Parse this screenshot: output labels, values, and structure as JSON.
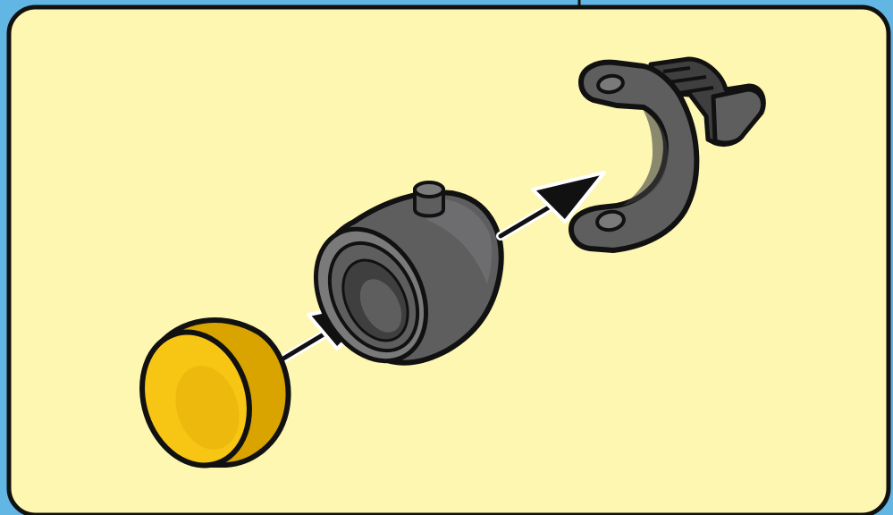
{
  "colors": {
    "frame_background": "#62b6e3",
    "panel_background": "#fdf7b2",
    "outline": "#111111",
    "gray_part": "#5e5e5f",
    "gray_part_light": "#7a7a7b",
    "gray_part_dark": "#3f3f40",
    "yellow_cap": "#f7c513",
    "yellow_cap_dark": "#d9a400",
    "arrow": "#111111",
    "arrow_highlight": "#ffffff"
  },
  "parts": [
    {
      "id": "cap",
      "name": "yellow-end-cap",
      "color": "yellow_cap"
    },
    {
      "id": "bushing",
      "name": "gray-cylindrical-bushing",
      "color": "gray_part"
    },
    {
      "id": "bracket",
      "name": "gray-u-bracket",
      "color": "gray_part"
    }
  ],
  "arrows": [
    {
      "id": "arrow-1",
      "from": "cap",
      "to": "bushing"
    },
    {
      "id": "arrow-2",
      "from": "bushing",
      "to": "bracket"
    }
  ]
}
